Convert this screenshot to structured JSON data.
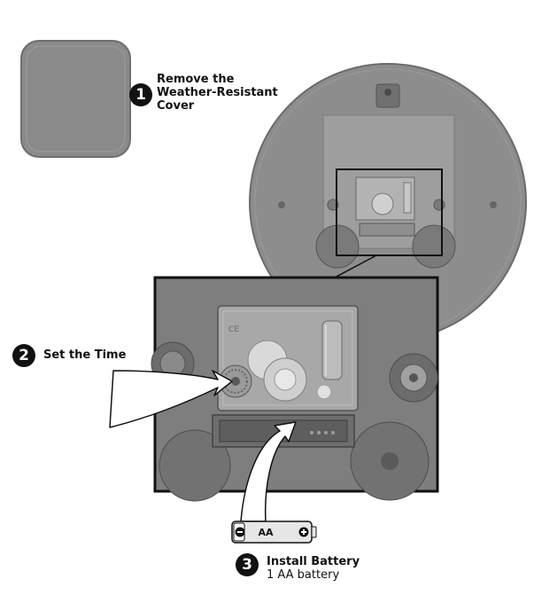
{
  "steps": [
    {
      "number": "1",
      "label": "Remove the\nWeather-Resistant\nCover"
    },
    {
      "number": "2",
      "label": "Set the Time"
    },
    {
      "number": "3",
      "label": "Install Battery",
      "sublabel": "1 AA battery"
    }
  ],
  "battery": {
    "label": "AA"
  },
  "colors": {
    "cover": "#8b8b8b",
    "clock_face": "#8d8d8d",
    "zoom_photo": "#7e7e7e",
    "movement": "#a8a8a8",
    "arrow_fill": "#ffffff",
    "outline": "#111111"
  }
}
